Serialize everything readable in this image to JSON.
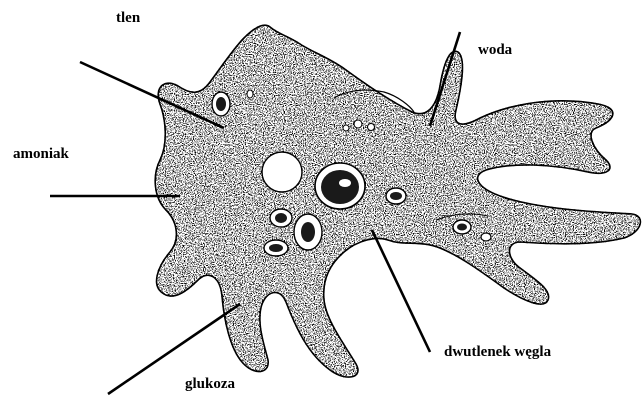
{
  "labels": {
    "tlen": "tlen",
    "woda": "woda",
    "amoniak": "amoniak",
    "dwutlenek": "dwutlenek węgla",
    "glukoza": "glukoza"
  },
  "colors": {
    "ink": "#000000",
    "paper": "#ffffff"
  }
}
